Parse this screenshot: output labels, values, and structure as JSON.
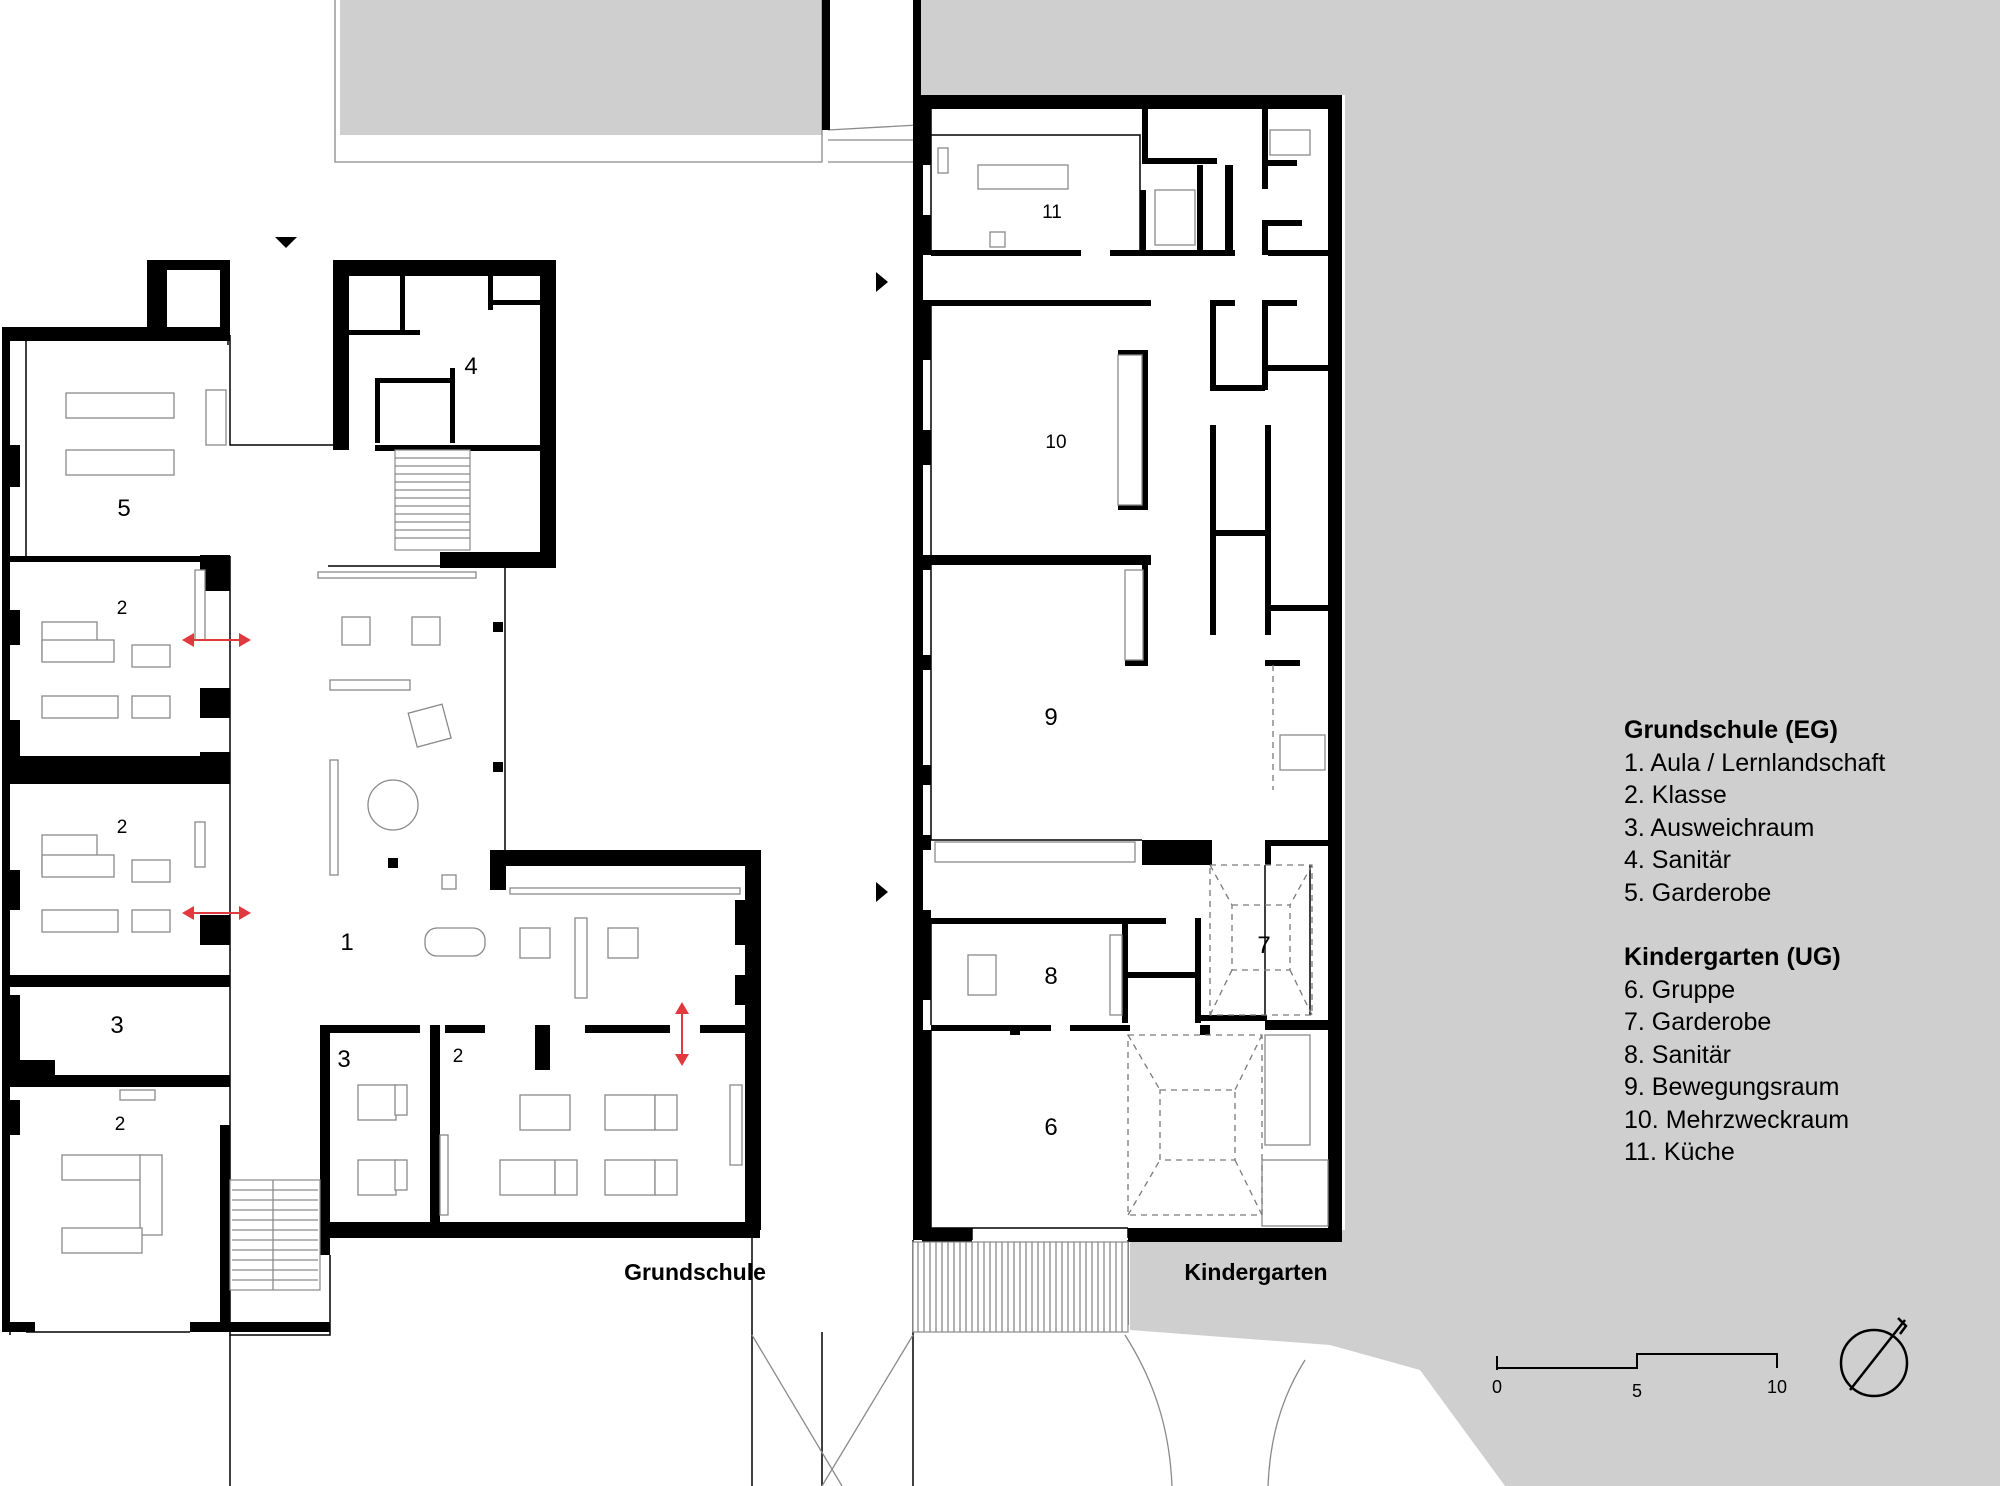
{
  "rooms": {
    "r1": "1",
    "r2a": "2",
    "r2b": "2",
    "r2c": "2",
    "r2d": "2",
    "r3a": "3",
    "r3b": "3",
    "r4": "4",
    "r5": "5",
    "r6": "6",
    "r7": "7",
    "r8": "8",
    "r9": "9",
    "r10": "10",
    "r11": "11"
  },
  "buildings": {
    "school": "Grundschule",
    "kindergarten": "Kindergarten"
  },
  "legend": {
    "school_heading": "Grundschule (EG)",
    "school_items": [
      "1. Aula / Lernlandschaft",
      "2. Klasse",
      "3. Ausweichraum",
      "4. Sanitär",
      "5. Garderobe"
    ],
    "kindergarten_heading": "Kindergarten (UG)",
    "kindergarten_items": [
      "6. Gruppe",
      "7. Garderobe",
      "8. Sanitär",
      "9. Bewegungsraum",
      "10. Mehrzweckraum",
      "11. Küche"
    ]
  },
  "scale_bar": {
    "ticks": [
      "0",
      "5",
      "10"
    ]
  },
  "colors": {
    "wall": "#000000",
    "ground": "#cfcfcf",
    "arrow": "#e0393e",
    "furniture": "#8a8a8a"
  },
  "icons": [
    "north-arrow-icon",
    "entrance-marker-icon",
    "sliding-door-arrow-icon"
  ]
}
